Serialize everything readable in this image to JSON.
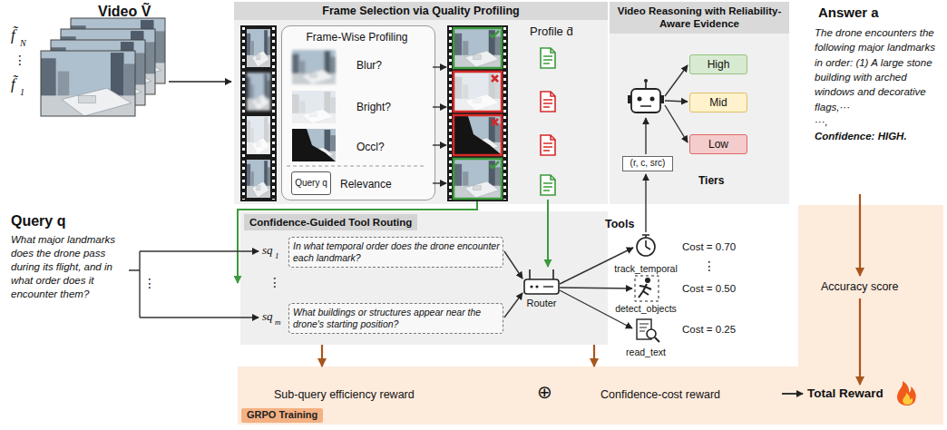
{
  "diagram": {
    "nodes": [
      {
        "text": [
          "Frame Selection via Quality Profiling",
          "Profile d̄"
        ]
      },
      {
        "text": [
          "Frame-Wise Profiling",
          "Blur?",
          "Bright?",
          "Occl?",
          "Relevance"
        ],
        "in": 0
      },
      {
        "text": [
          "Query q"
        ],
        "in": 1
      },
      {
        "text": [
          "Video Reasoning with Reliability-Aware Evidence",
          "Tiers"
        ]
      },
      {
        "text": [
          "High"
        ],
        "in": 3
      },
      {
        "text": [
          "Mid"
        ],
        "in": 3
      },
      {
        "text": [
          "Low"
        ],
        "in": 3
      },
      {
        "text": [
          "(r, c, src)"
        ],
        "in": 3
      },
      {
        "text": [
          "Confidence-Guided Tool Routing"
        ]
      },
      {
        "text": [
          "sq",
          "1",
          "In what temporal order does the drone encounter each landmark?"
        ],
        "in": 8
      },
      {
        "text": [
          "sq",
          "m",
          "What buildings or structures appear near the drone's starting position?"
        ],
        "in": 8
      },
      {
        "text": [
          "Sub-query efficiency reward",
          "⊕",
          "Confidence-cost reward",
          "Total Reward"
        ]
      },
      {
        "text": [
          "GRPO Training"
        ],
        "in": 11
      }
    ],
    "edges": [
      {
        "from": 8,
        "to": 11,
        "arrow": "to"
      },
      {
        "from": 8,
        "to": 11,
        "arrow": "to"
      }
    ],
    "labels": [
      "Video Ṽ",
      "f̃",
      "N",
      "⋮",
      "f̃",
      "1",
      "Answer a",
      "The drone encounters the following major landmarks in order: (1) A large stone building with arched windows and decorative flags,···",
      "···,",
      "Confidence: HIGH.",
      "Query q",
      "What major landmarks does the drone pass during its flight, and in what order does it encounter them?",
      "⋮",
      "⋮",
      "Router",
      "Tools",
      "track_temporal",
      "detect_objects",
      "read_text",
      "Cost = 0.70",
      "⋮",
      "Cost = 0.50",
      "Cost = 0.25",
      "Accuracy score"
    ]
  }
}
